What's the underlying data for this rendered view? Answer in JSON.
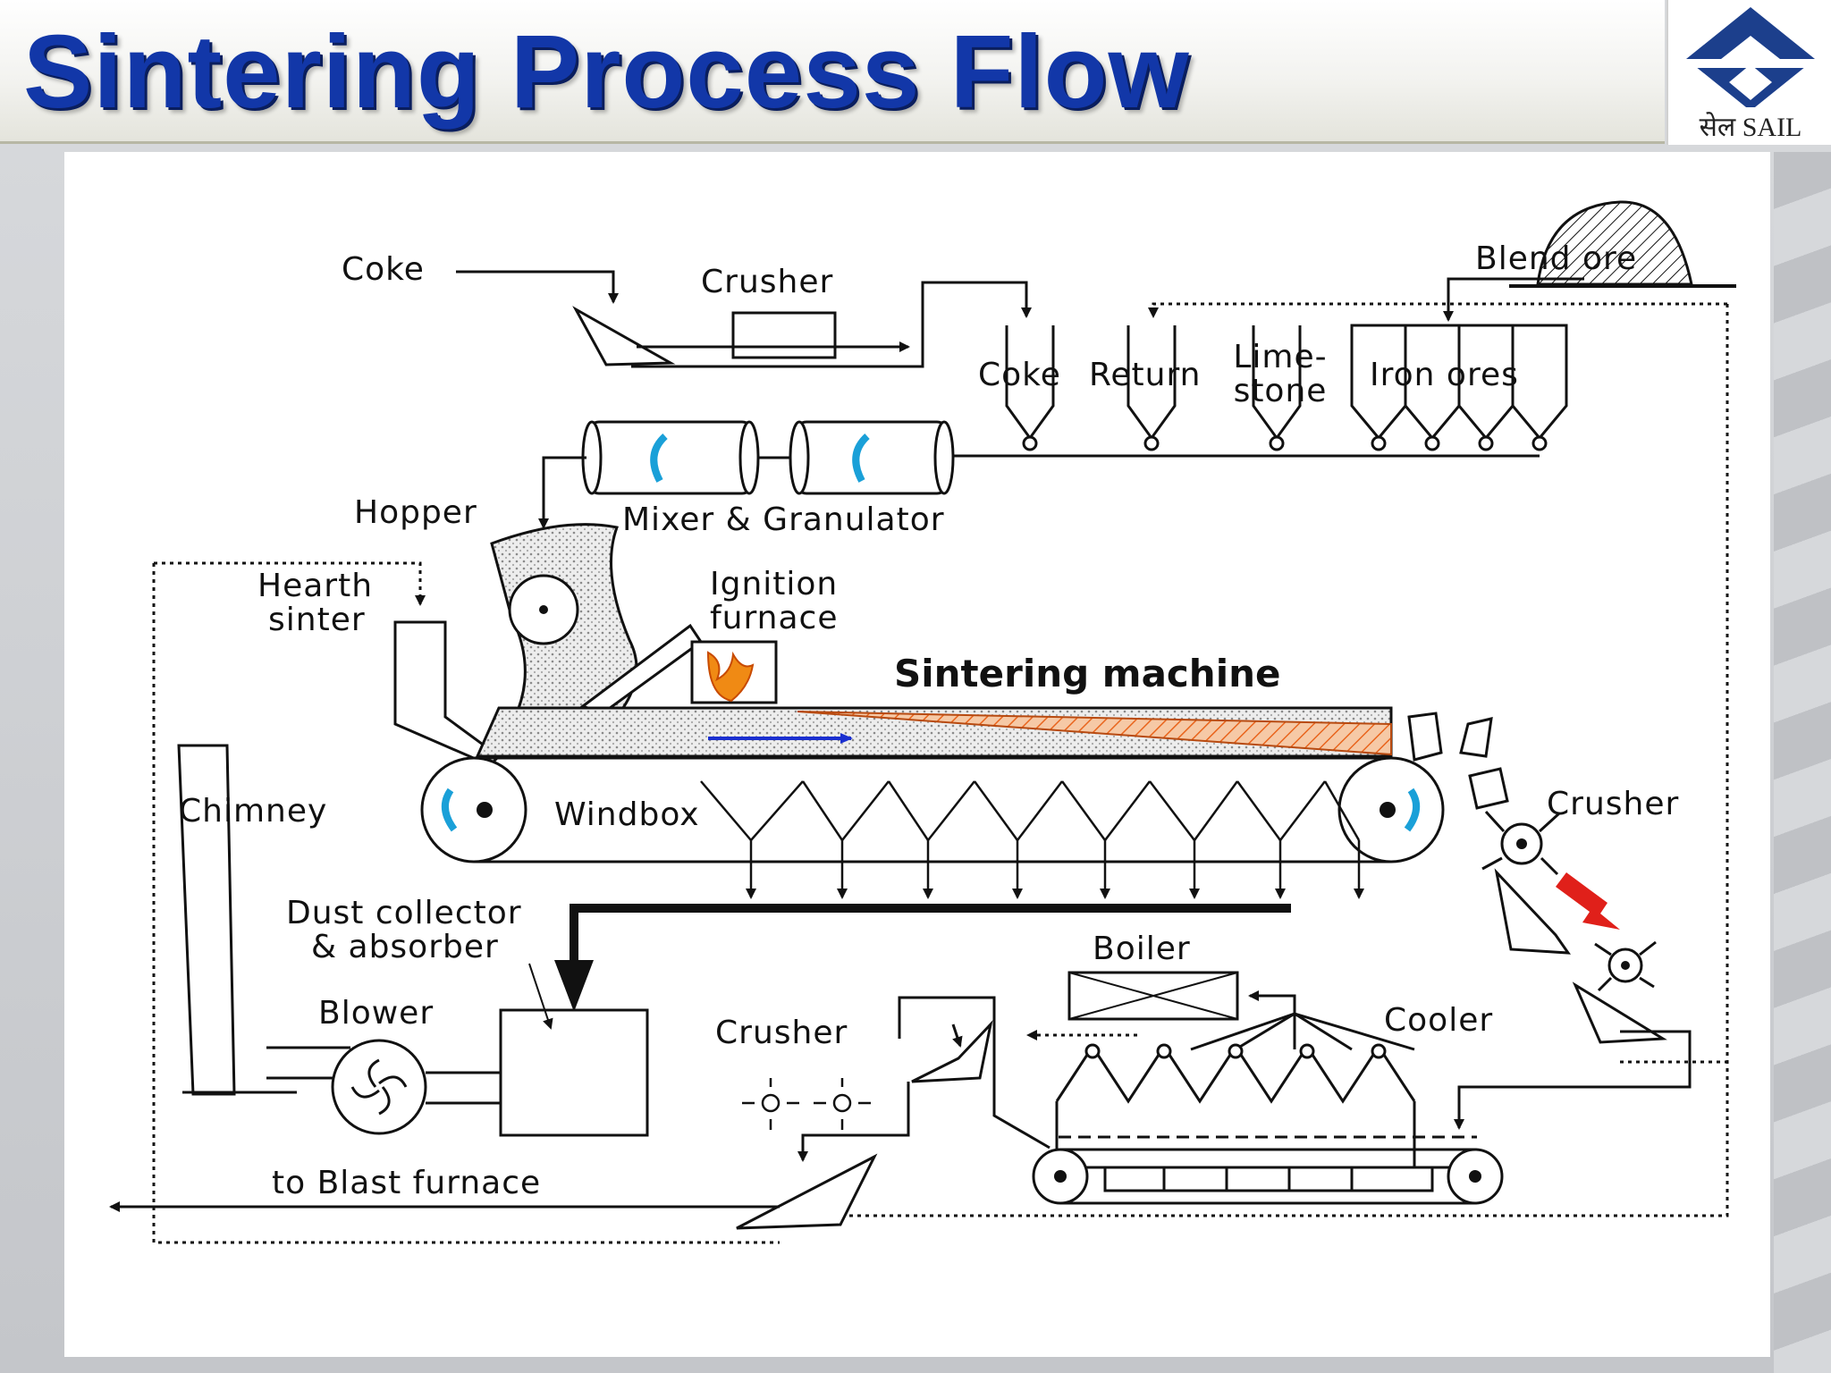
{
  "slide": {
    "title": "Sintering Process Flow",
    "logo_text": "सेल SAIL",
    "colors": {
      "title": "#1237a8",
      "logo": "#1c3f8c",
      "flame": "#f08a14",
      "arrow_red": "#e0201a",
      "roller_blue": "#1aa0d8"
    }
  },
  "labels": {
    "coke": "Coke",
    "crusher_top": "Crusher",
    "blend_ore": "Blend ore",
    "bin_coke": "Coke",
    "bin_return": "Return",
    "bin_limestone_1": "Lime-",
    "bin_limestone_2": "stone",
    "bin_iron_ores": "Iron ores",
    "hopper": "Hopper",
    "mixer_granulator": "Mixer & Granulator",
    "hearth_sinter_1": "Hearth",
    "hearth_sinter_2": "sinter",
    "ignition_furnace_1": "Ignition",
    "ignition_furnace_2": "furnace",
    "sintering_machine": "Sintering machine",
    "crusher_right": "Crusher",
    "chimney": "Chimney",
    "windbox": "Windbox",
    "dust_collector_1": "Dust collector",
    "dust_collector_2": "& absorber",
    "blower": "Blower",
    "boiler": "Boiler",
    "crusher_bottom": "Crusher",
    "cooler": "Cooler",
    "to_blast_furnace": "to Blast furnace"
  }
}
